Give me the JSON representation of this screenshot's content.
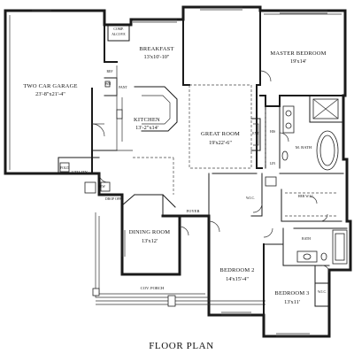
{
  "plan": {
    "title": "FLOOR PLAN",
    "rooms": {
      "garage": {
        "name": "TWO CAR GARAGE",
        "dims": "23'-8\"x21'-4\""
      },
      "breakfast": {
        "name": "BREAKFAST",
        "dims": "13'x10'-10\""
      },
      "master": {
        "name": "MASTER BEDROOM",
        "dims": "19'x14'"
      },
      "kitchen": {
        "name": "KITCHEN",
        "dims": "13'-2\"x14'"
      },
      "great": {
        "name": "GREAT ROOM",
        "dims": "19'x22'-6\""
      },
      "dining": {
        "name": "DINING ROOM",
        "dims": "13'x12'"
      },
      "bedroom2": {
        "name": "BEDROOM 2",
        "dims": "14'x15'-4\""
      },
      "bedroom3": {
        "name": "BEDROOM 3",
        "dims": "13'x11'"
      }
    },
    "small_labels": {
      "comp_alcove": [
        "COMP.",
        "ALCOVE"
      ],
      "pant": "PANT",
      "utility": "UTILITY",
      "fold": "FOLD",
      "drop_off": "DROP OFF",
      "foyer": "FOYER",
      "cov_porch": "COV. PORCH",
      "m_bath": "M. BATH",
      "her_wic": "HER W.I.C.",
      "bath": "BATH",
      "wic": "W.I.C.",
      "his": "HIS",
      "lin": "LIN",
      "ref": "REF",
      "wh": "WH",
      "ent": "ENT",
      "sew": "SEW",
      "wic_small": "W.I.C."
    }
  }
}
